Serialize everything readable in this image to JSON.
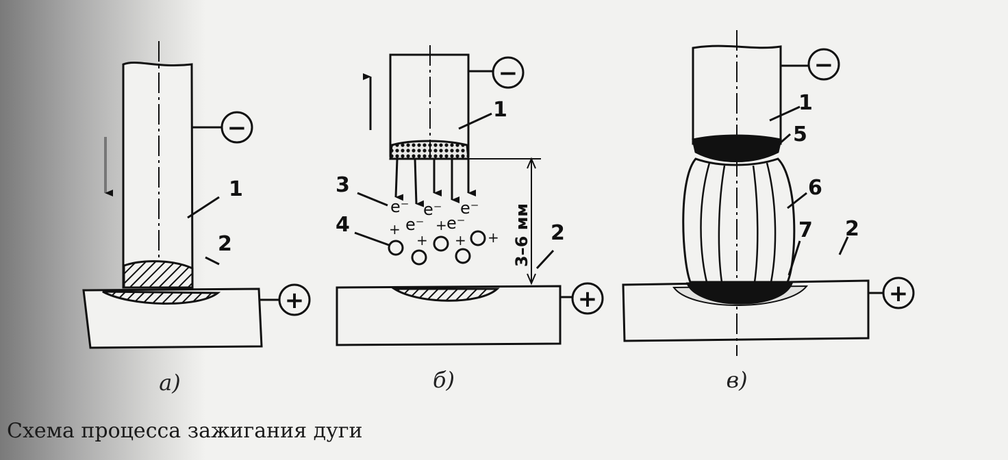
{
  "figure": {
    "caption": "Схема процесса зажигания дуги",
    "panels": [
      {
        "id": "a",
        "label": "а)",
        "parts": {
          "electrode": "1",
          "workpiece": "2"
        }
      },
      {
        "id": "b",
        "label": "б)",
        "parts": {
          "electrode": "1",
          "workpiece": "2",
          "electrons": "3",
          "ions": "4"
        },
        "gap_label": "3–6 мм"
      },
      {
        "id": "v",
        "label": "в)",
        "parts": {
          "electrode": "1",
          "workpiece": "2",
          "cathode_spot": "5",
          "arc_column": "6",
          "anode_spot": "7"
        }
      }
    ],
    "polarity": {
      "negative": "−",
      "positive": "+"
    },
    "symbols": {
      "electron": "e⁻",
      "ion_charge": "+"
    }
  }
}
